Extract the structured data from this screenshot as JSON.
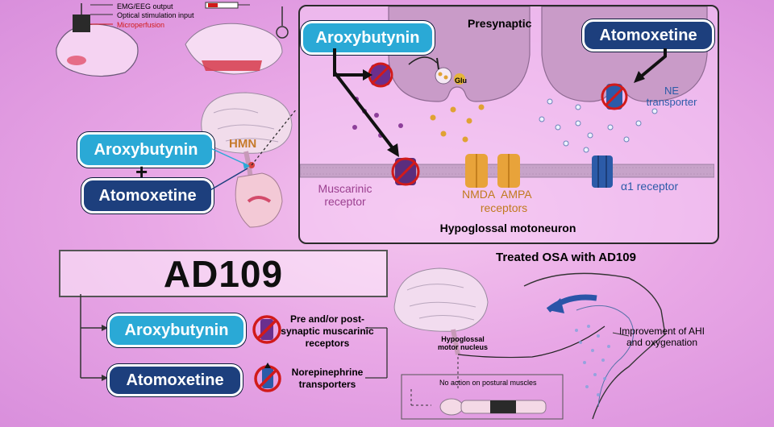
{
  "rat_panel": {
    "emg_label": "EMG/EEG output",
    "optical_label": "Optical stimulation input",
    "microperfusion_label": "Microperfusion"
  },
  "left_combo": {
    "drug1": "Aroxybutynin",
    "plus": "+",
    "drug2": "Atomoxetine",
    "hmn_label": "HMN"
  },
  "synapse_panel": {
    "presynaptic_label": "Presynaptic",
    "drug1": "Aroxybutynin",
    "drug2": "Atomoxetine",
    "glu_label": "Glu",
    "ne_transporter_label": "NE\ntransporter",
    "muscarinic_label": "Muscarinic\nreceptor",
    "nmda_label": "NMDA",
    "ampa_label": "AMPA",
    "receptors_label": "receptors",
    "alpha1_label": "α1 receptor",
    "motoneuron_label": "Hypoglossal motoneuron"
  },
  "bottom": {
    "title": "AD109",
    "drug1": "Aroxybutynin",
    "drug1_desc": "Pre and/or post-\nsynaptic muscarinic\nreceptors",
    "drug2": "Atomoxetine",
    "drug2_desc": "Norepinephrine\ntransporters",
    "treated_title": "Treated OSA with AD109",
    "hypoglossal_label": "Hypoglossal\nmotor nucleus",
    "improvement_label": "Improvement of AHI\nand oxygenation",
    "postural_label": "No action on postural muscles"
  },
  "colors": {
    "background": "#e9a8e6",
    "aroxybutynin": "#2aa9d6",
    "atomoxetine": "#1d3f7d",
    "muscarinic": "#9b3f8f",
    "nmda": "#d08a2a",
    "alpha1": "#2c5ba8",
    "inhibit": "#d11a1a"
  }
}
